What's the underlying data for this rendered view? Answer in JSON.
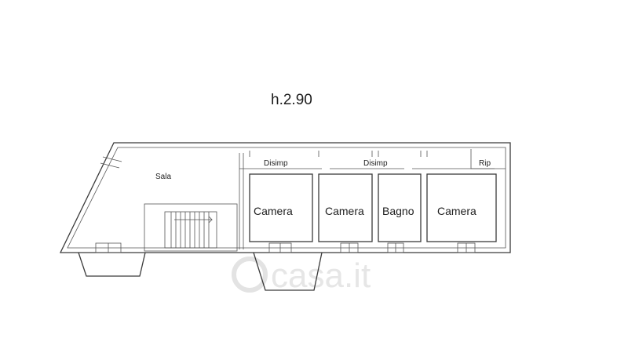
{
  "height_label": "h.2.90",
  "rooms": {
    "sala": "Sala",
    "disimp_1": "Disimp",
    "disimp_2": "Disimp",
    "rip": "Rip",
    "camera_1": "Camera",
    "camera_2": "Camera",
    "bagno": "Bagno",
    "camera_3": "Camera"
  },
  "watermark": "casa.it"
}
